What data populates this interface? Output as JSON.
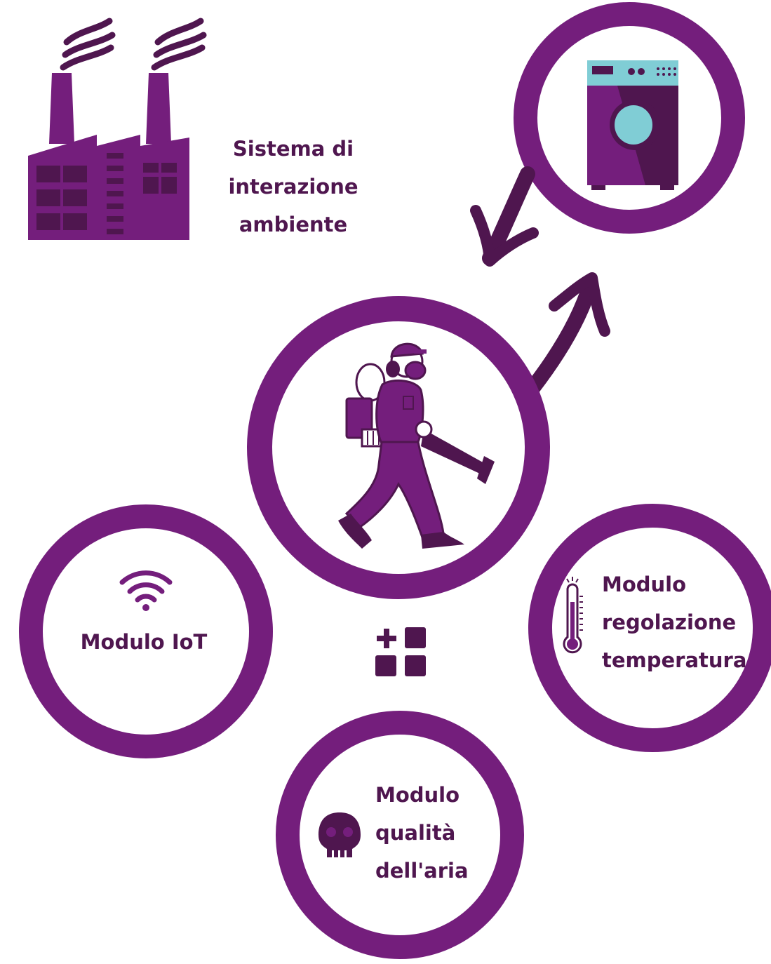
{
  "colors": {
    "primary": "#741e7c",
    "dark": "#4f164f",
    "light_blue": "#80cdd5",
    "white": "#ffffff"
  },
  "system": {
    "title_lines": [
      "Sistema di",
      "interazione",
      "ambiente"
    ],
    "icon": "factory-icon"
  },
  "nodes": {
    "worker": {
      "icon": "worker-blower-icon"
    },
    "machine": {
      "icon": "washing-machine-icon"
    },
    "iot": {
      "label": "Modulo IoT",
      "icon": "wifi-icon"
    },
    "temperature": {
      "label_lines": [
        "Modulo",
        "regolazione",
        "temperatura"
      ],
      "icon": "thermometer-icon"
    },
    "air_quality": {
      "label_lines": [
        "Modulo",
        "qualità",
        "dell'aria"
      ],
      "icon": "skull-icon"
    },
    "modules_hub": {
      "icon": "add-module-icon"
    }
  },
  "connections": [
    {
      "from": "worker",
      "to": "machine",
      "icon": "arrow-up-right-icon"
    },
    {
      "from": "machine",
      "to": "worker",
      "icon": "arrow-down-left-icon"
    }
  ]
}
